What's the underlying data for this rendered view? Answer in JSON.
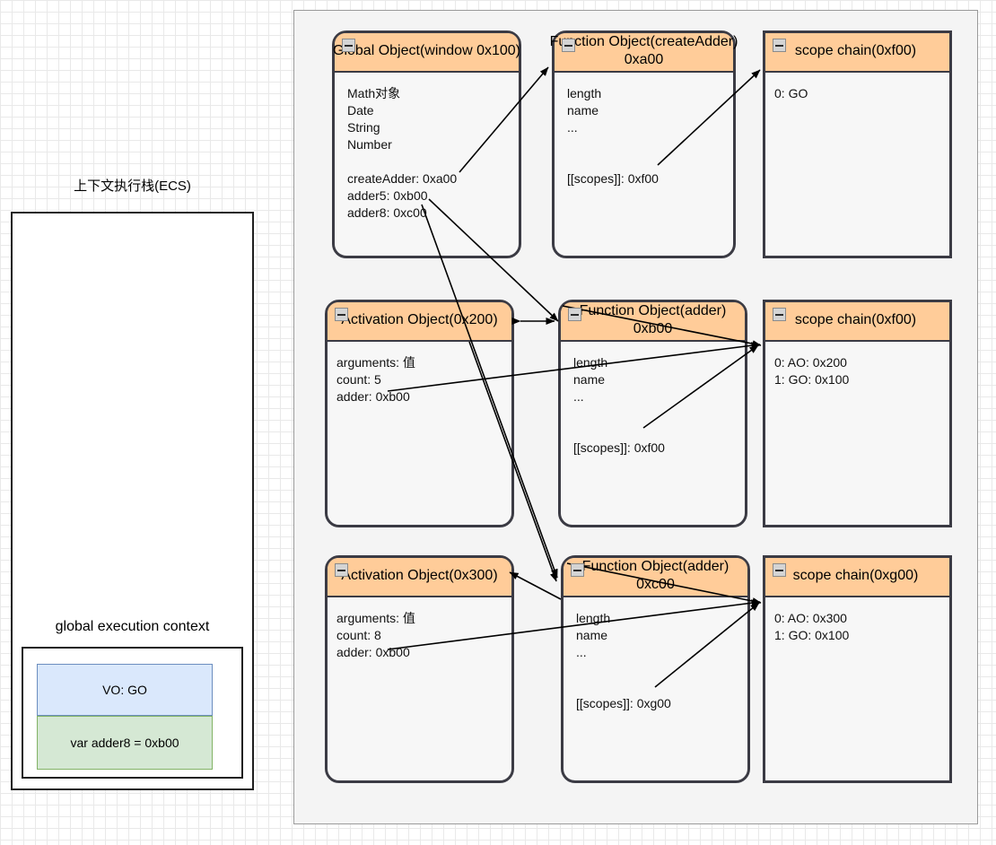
{
  "left_panel": {
    "stack_title": "上下文执行栈(ECS)",
    "context_label": "global execution context",
    "vo_cell": "VO: GO",
    "var_cell": "var adder8 = 0xb00"
  },
  "nodes": {
    "global_object": {
      "title": "Global Object(window 0x100)",
      "icon": "collapse-minus-icon",
      "lines": [
        "Math对象",
        "Date",
        "String",
        "Number",
        "",
        "createAdder: 0xa00",
        "adder5: 0xb00",
        "adder8: 0xc00"
      ]
    },
    "fn_create_adder": {
      "title_line1": "Function Object(createAdder)",
      "title_line2": "0xa00",
      "icon": "collapse-minus-icon",
      "lines": [
        "length",
        "name",
        "...",
        "",
        "",
        "[[scopes]]: 0xf00"
      ]
    },
    "scope_chain_f00_top": {
      "title": "scope chain(0xf00)",
      "icon": "collapse-minus-icon",
      "lines": [
        "0: GO"
      ]
    },
    "activation_200": {
      "title": "Activation Object(0x200)",
      "icon": "collapse-minus-icon",
      "lines": [
        "arguments: 值",
        "count: 5",
        "adder: 0xb00"
      ]
    },
    "fn_adder_b00": {
      "title_line1": "Function Object(adder)",
      "title_line2": "0xb00",
      "icon": "collapse-minus-icon",
      "lines": [
        "length",
        "name",
        "...",
        "",
        "",
        "[[scopes]]: 0xf00"
      ]
    },
    "scope_chain_f00_mid": {
      "title": "scope chain(0xf00)",
      "icon": "collapse-minus-icon",
      "lines": [
        "0: AO: 0x200",
        "1: GO: 0x100"
      ]
    },
    "activation_300": {
      "title": "Activation Object(0x300)",
      "icon": "collapse-minus-icon",
      "lines": [
        "arguments: 值",
        "count: 8",
        "adder: 0xb00"
      ]
    },
    "fn_adder_c00": {
      "title_line1": "Function Object(adder)",
      "title_line2": "0xc00",
      "icon": "collapse-minus-icon",
      "lines": [
        "length",
        "name",
        "...",
        "",
        "",
        "[[scopes]]: 0xg00"
      ]
    },
    "scope_chain_g00": {
      "title": "scope chain(0xg00)",
      "icon": "collapse-minus-icon",
      "lines": [
        "0: AO: 0x300",
        "1: GO: 0x100"
      ]
    }
  },
  "colors": {
    "header_fill": "#ffcc99",
    "node_border": "#3b3b44",
    "node_body": "#f7f7f7",
    "panel_fill": "#f4f4f4",
    "vo_fill": "#dae8fc",
    "vo_stroke": "#6c8ebf",
    "var_fill": "#d5e8d4",
    "var_stroke": "#82b366",
    "grid_minor": "#e9e9e9",
    "grid_major": "#c8c8c8",
    "arrow": "#000000"
  }
}
